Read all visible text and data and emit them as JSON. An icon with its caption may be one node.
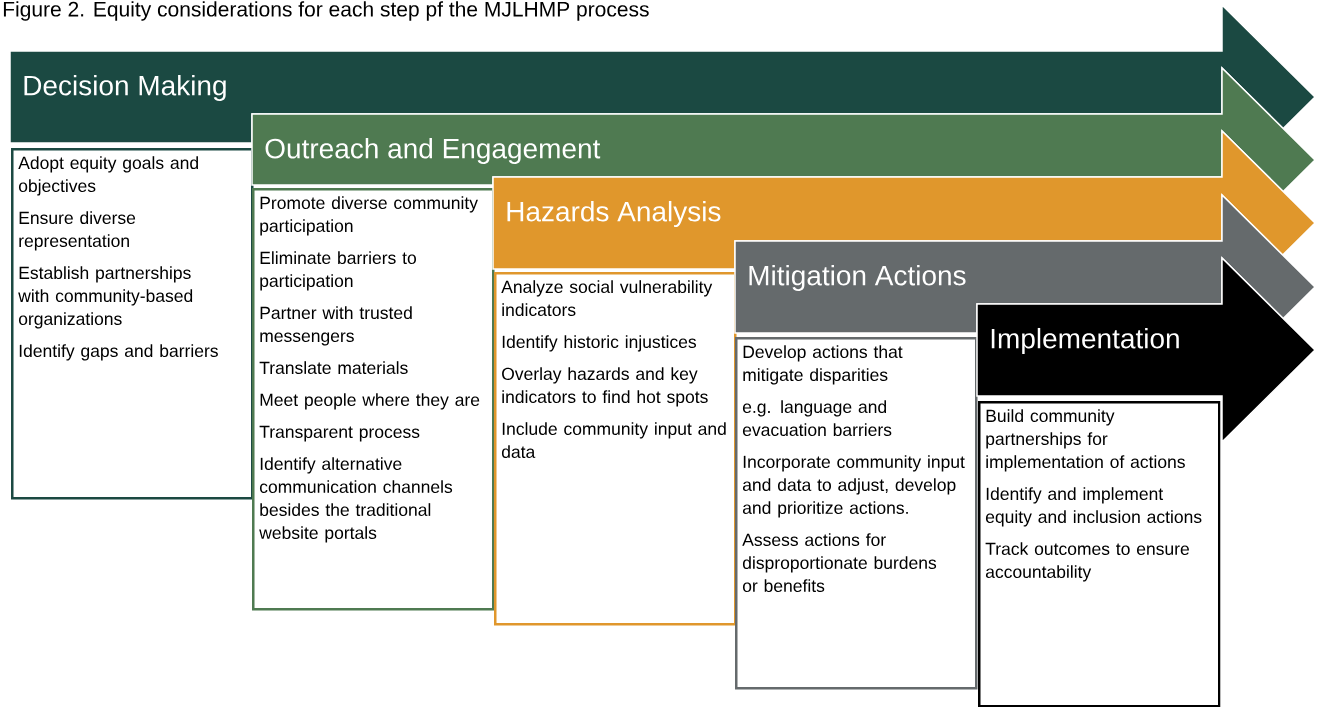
{
  "diagram": {
    "title": "Figure 2. Equity considerations for each step pf the MJLHMP process",
    "nodes": [
      {
        "text": [
          "Decision Making"
        ]
      },
      {
        "text": [
          "Adopt equity goals and objectives",
          "Ensure diverse representation",
          "Establish partnerships with community-based organizations",
          "Identify gaps and barriers"
        ]
      },
      {
        "text": [
          "Outreach and Engagement"
        ]
      },
      {
        "text": [
          "Promote diverse community participation",
          "Eliminate barriers to participation",
          "Partner with trusted messengers",
          "Translate materials",
          "Meet people where they are",
          "Transparent process",
          "Identify alternative communication channels besides the traditional website portals"
        ]
      },
      {
        "text": [
          "Hazards Analysis"
        ]
      },
      {
        "text": [
          "Analyze social vulnerability indicators",
          "Identify historic injustices",
          "Overlay hazards and key indicators to find hot spots",
          "Include community input and data"
        ]
      },
      {
        "text": [
          "Mitigation Actions"
        ]
      },
      {
        "text": [
          "Develop actions that mitigate disparities",
          "e.g. language and evacuation barriers",
          "Incorporate community input and data to adjust, develop and prioritize actions.",
          "Assess actions for disproportionate burdens or benefits"
        ]
      },
      {
        "text": [
          "Implementation"
        ]
      },
      {
        "text": [
          "Build community partnerships for implementation of actions",
          "Identify and implement equity and inclusion actions",
          "Track outcomes to ensure accountability"
        ]
      }
    ]
  }
}
